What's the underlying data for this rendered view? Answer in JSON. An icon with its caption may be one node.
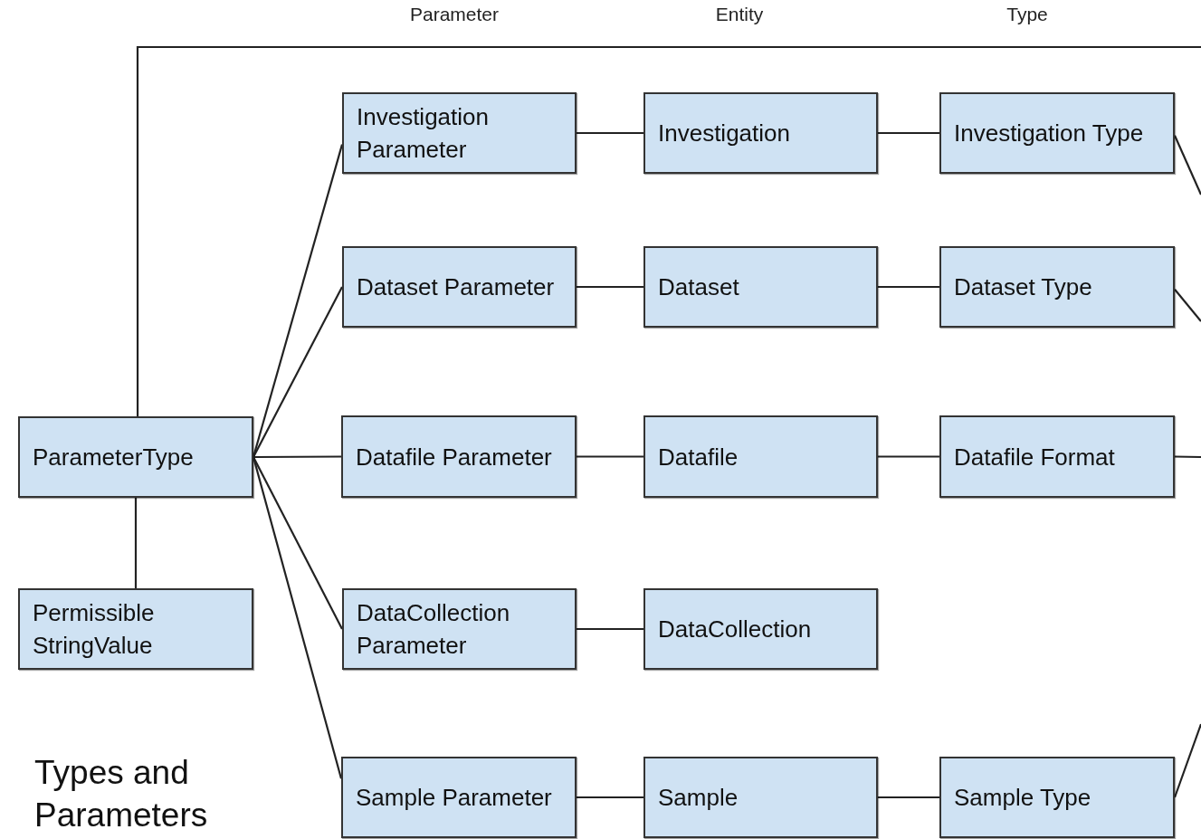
{
  "diagram": {
    "title": "Types and Parameters",
    "nodes": [
      {
        "text": [
          "ParameterType"
        ]
      },
      {
        "text": [
          "Permissible StringValue"
        ]
      },
      {
        "text": [
          "Investigation Parameter"
        ]
      },
      {
        "text": [
          "Investigation"
        ]
      },
      {
        "text": [
          "Investigation Type"
        ]
      },
      {
        "text": [
          "Dataset Parameter"
        ]
      },
      {
        "text": [
          "Dataset"
        ]
      },
      {
        "text": [
          "Dataset Type"
        ]
      },
      {
        "text": [
          "Datafile Parameter"
        ]
      },
      {
        "text": [
          "Datafile"
        ]
      },
      {
        "text": [
          "Datafile Format"
        ]
      },
      {
        "text": [
          "DataCollection Parameter"
        ]
      },
      {
        "text": [
          "DataCollection"
        ]
      },
      {
        "text": [
          "Sample Parameter"
        ]
      },
      {
        "text": [
          "Sample"
        ]
      },
      {
        "text": [
          "Sample Type"
        ]
      }
    ],
    "edges": [
      {
        "from": 0,
        "to": 1,
        "arrow": "none"
      },
      {
        "from": 0,
        "to": 2,
        "arrow": "none"
      },
      {
        "from": 0,
        "to": 5,
        "arrow": "none"
      },
      {
        "from": 0,
        "to": 8,
        "arrow": "none"
      },
      {
        "from": 0,
        "to": 11,
        "arrow": "none"
      },
      {
        "from": 0,
        "to": 13,
        "arrow": "none"
      },
      {
        "from": 2,
        "to": 3,
        "arrow": "none"
      },
      {
        "from": 3,
        "to": 4,
        "arrow": "none"
      },
      {
        "from": 5,
        "to": 6,
        "arrow": "none"
      },
      {
        "from": 6,
        "to": 7,
        "arrow": "none"
      },
      {
        "from": 8,
        "to": 9,
        "arrow": "none"
      },
      {
        "from": 9,
        "to": 10,
        "arrow": "none"
      },
      {
        "from": 11,
        "to": 12,
        "arrow": "none"
      },
      {
        "from": 13,
        "to": 14,
        "arrow": "none"
      },
      {
        "from": 14,
        "to": 15,
        "arrow": "none"
      },
      {
        "from": 0,
        "to": null,
        "arrow": "none"
      },
      {
        "from": 4,
        "to": null,
        "arrow": "none"
      },
      {
        "from": 7,
        "to": null,
        "arrow": "none"
      },
      {
        "from": 10,
        "to": null,
        "arrow": "none"
      },
      {
        "from": 15,
        "to": null,
        "arrow": "none"
      }
    ],
    "labels": [
      "Parameter",
      "Entity",
      "Type"
    ]
  }
}
